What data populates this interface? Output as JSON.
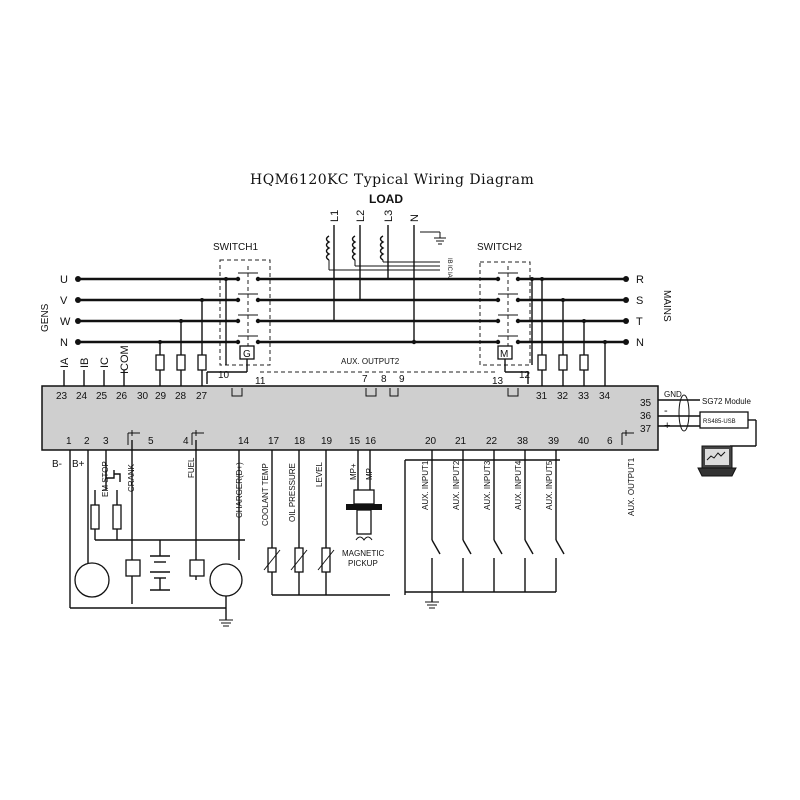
{
  "title": "HQM6120KC Typical Wiring Diagram",
  "load": {
    "label": "LOAD",
    "lines": [
      "L1",
      "L2",
      "L3",
      "N"
    ],
    "ct_labels": [
      "IC",
      "IB",
      "IA"
    ]
  },
  "gens": {
    "label": "GENS",
    "phases": [
      "U",
      "V",
      "W",
      "N"
    ]
  },
  "mains": {
    "label": "MAINS",
    "phases": [
      "R",
      "S",
      "T",
      "N"
    ]
  },
  "switch1": {
    "label": "SWITCH1",
    "coil": "G"
  },
  "switch2": {
    "label": "SWITCH2",
    "coil": "M"
  },
  "aux_output2": "AUX. OUTPUT2",
  "top_signals": [
    "IA",
    "IB",
    "IC",
    "ICOM"
  ],
  "top_pins": [
    "23",
    "24",
    "25",
    "26",
    "30",
    "29",
    "28",
    "27",
    "31",
    "32",
    "33",
    "34"
  ],
  "relay_pins": [
    "10",
    "11",
    "7",
    "8",
    "9",
    "13",
    "12"
  ],
  "right_pins": [
    "35",
    "36",
    "37"
  ],
  "bottom_pins": [
    "1",
    "2",
    "3",
    "5",
    "4",
    "14",
    "17",
    "18",
    "19",
    "15",
    "16",
    "20",
    "21",
    "22",
    "38",
    "39",
    "40",
    "6"
  ],
  "bottom_labels": {
    "b_minus": "B-",
    "b_plus": "B+",
    "em_stop": "EM STOP",
    "crank": "CRANK",
    "fuel": "FUEL",
    "charger": "CHARGER(D+)",
    "coolant_temp": "COOLANT TEMP",
    "oil_pressure": "OIL PRESSURE",
    "level": "LEVEL",
    "mp_plus": "MP+",
    "mp_minus": "MP-",
    "magnetic_pickup_1": "MAGNETIC",
    "magnetic_pickup_2": "PICKUP",
    "aux_inputs": [
      "AUX. INPUT1",
      "AUX. INPUT2",
      "AUX. INPUT3",
      "AUX. INPUT4",
      "AUX. INPUT5"
    ],
    "aux_output1": "AUX. OUTPUT1"
  },
  "comms": {
    "gnd": "GND",
    "minus": "-",
    "plus": "+",
    "module": "SG72 Module",
    "converter": "RS485-USB"
  }
}
